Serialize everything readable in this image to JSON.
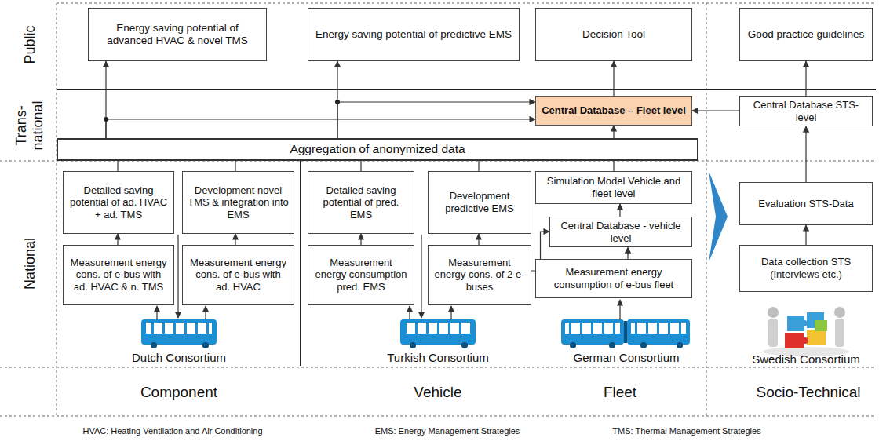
{
  "diagram": {
    "nodes": [
      {
        "text": [
          "Energy saving potential of advanced HVAC & novel TMS"
        ]
      },
      {
        "text": [
          "Energy saving potential of predictive EMS"
        ]
      },
      {
        "text": [
          "Decision Tool"
        ]
      },
      {
        "text": [
          "Good practice guidelines"
        ]
      },
      {
        "text": [
          "Central Database – Fleet level"
        ]
      },
      {
        "text": [
          "Central Database STS-level"
        ]
      },
      {
        "text": [
          "Aggregation of anonymized data"
        ]
      },
      {
        "text": [
          "Detailed saving potential of ad. HVAC + ad. TMS"
        ]
      },
      {
        "text": [
          "Development novel TMS & integration into EMS"
        ]
      },
      {
        "text": [
          "Detailed saving potential of pred. EMS"
        ]
      },
      {
        "text": [
          "Development predictive EMS"
        ]
      },
      {
        "text": [
          "Simulation Model Vehicle and fleet level"
        ]
      },
      {
        "text": [
          "Central Database - vehicle level"
        ]
      },
      {
        "text": [
          "Measurement energy cons. of e-bus with ad. HVAC & n. TMS"
        ]
      },
      {
        "text": [
          "Measurement energy cons. of e-bus with ad. HVAC"
        ]
      },
      {
        "text": [
          "Measurement energy consumption pred. EMS"
        ]
      },
      {
        "text": [
          "Measurement energy cons. of 2 e-buses"
        ]
      },
      {
        "text": [
          "Measurement energy consumption of e-bus fleet"
        ]
      },
      {
        "text": [
          "Evaluation STS-Data"
        ]
      },
      {
        "text": [
          "Data collection STS (Interviews etc.)"
        ]
      }
    ],
    "edges": [
      {
        "from": 13,
        "to": 7,
        "arrow": "to"
      },
      {
        "from": 14,
        "to": 8,
        "arrow": "to"
      },
      {
        "from": 15,
        "to": 9,
        "arrow": "to"
      },
      {
        "from": 16,
        "to": 10,
        "arrow": "to"
      },
      {
        "from": 16,
        "to": 12,
        "arrow": "to"
      },
      {
        "from": 17,
        "to": 12,
        "arrow": "to"
      },
      {
        "from": 12,
        "to": 11,
        "arrow": "to"
      },
      {
        "from": 11,
        "to": 4,
        "arrow": "to"
      },
      {
        "from": 7,
        "to": 6,
        "arrow": "none"
      },
      {
        "from": 8,
        "to": 6,
        "arrow": "none"
      },
      {
        "from": 9,
        "to": 6,
        "arrow": "none"
      },
      {
        "from": 10,
        "to": 6,
        "arrow": "none"
      },
      {
        "from": 6,
        "to": 0,
        "arrow": "to"
      },
      {
        "from": 6,
        "to": 1,
        "arrow": "to"
      },
      {
        "from": 6,
        "to": 4,
        "arrow": "to"
      },
      {
        "from": 6,
        "to": 4,
        "arrow": "to"
      },
      {
        "from": 4,
        "to": 2,
        "arrow": "to"
      },
      {
        "from": 5,
        "to": 4,
        "arrow": "to"
      },
      {
        "from": 19,
        "to": 18,
        "arrow": "to"
      },
      {
        "from": 18,
        "to": 5,
        "arrow": "to"
      },
      {
        "from": 5,
        "to": 3,
        "arrow": "to"
      }
    ],
    "labels": [
      "Public",
      "Trans-national",
      "National",
      "Dutch Consortium",
      "Turkish Consortium",
      "German Consortium",
      "Swedish Consortium",
      "Component",
      "Vehicle",
      "Fleet",
      "Socio-Technical",
      "HVAC: Heating Ventilation and Air Conditioning",
      "EMS: Energy Management Strategies",
      "TMS: Thermal Management Strategies"
    ]
  }
}
